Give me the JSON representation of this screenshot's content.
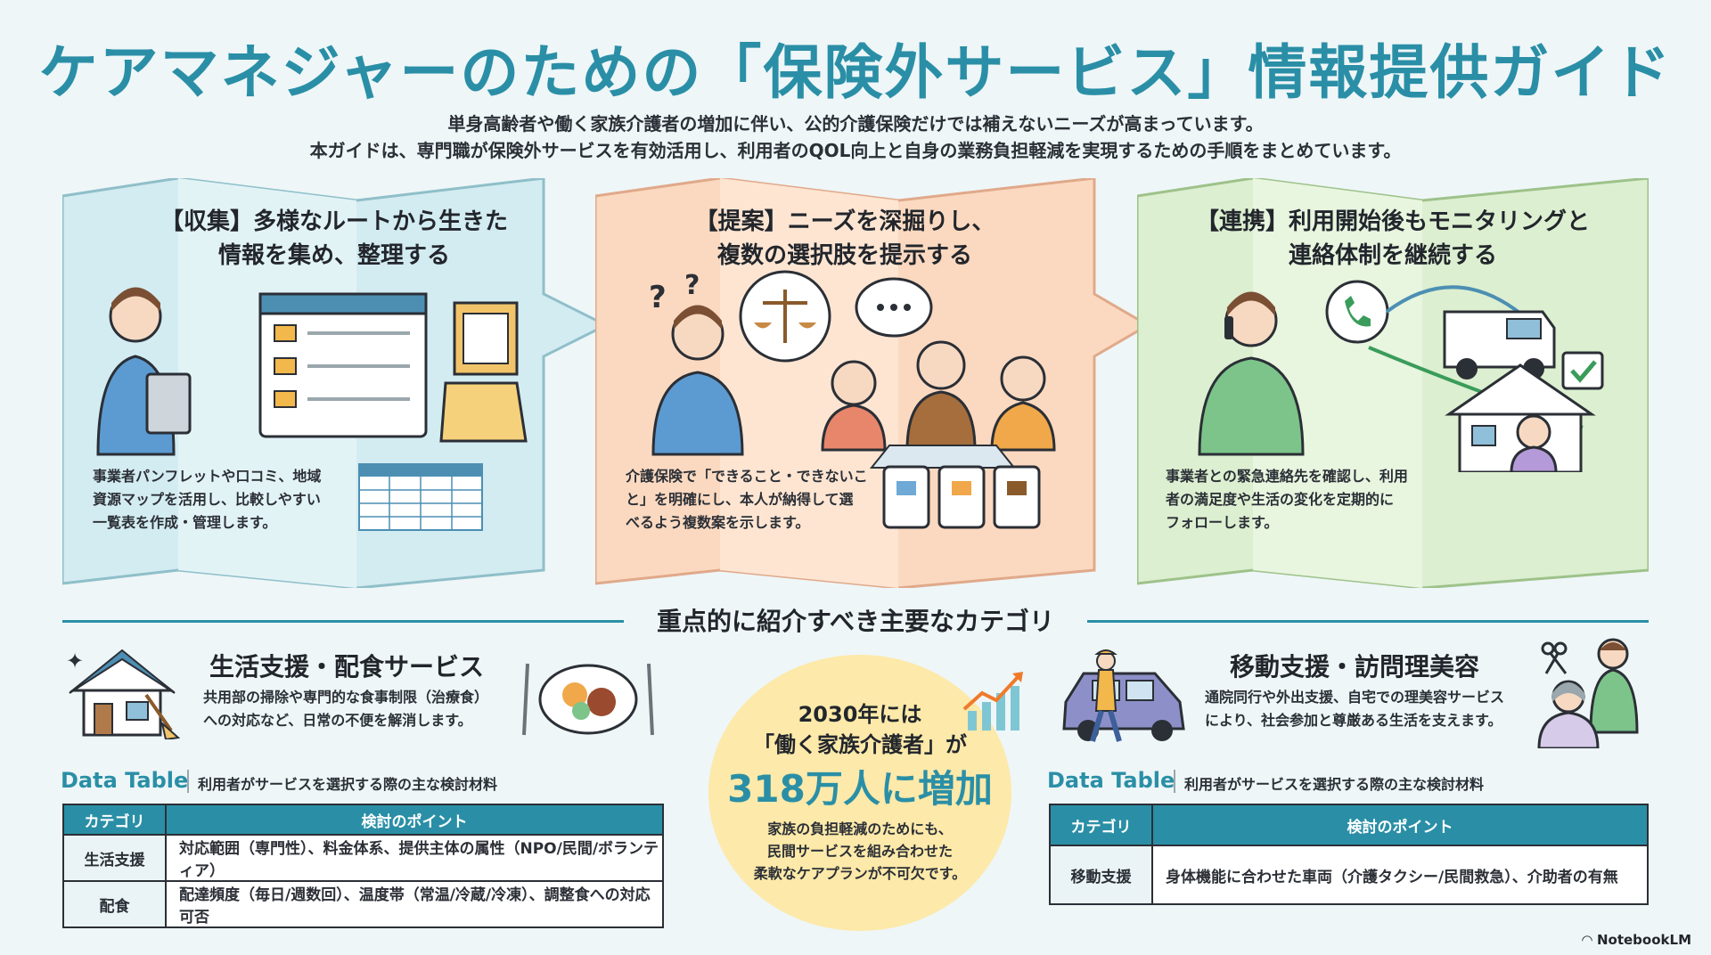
{
  "title": "ケアマネジャーのための「保険外サービス」情報提供ガイド",
  "subtitle": {
    "line1": "単身高齢者や働く家族介護者の増加に伴い、公的介護保険だけでは補えないニーズが高まっています。",
    "line2": "本ガイドは、専門職が保険外サービスを有効活用し、利用者のQOL向上と自身の業務負担軽減を実現するための手順をまとめています。"
  },
  "steps": [
    {
      "title_line1": "【収集】多様なルートから生きた",
      "title_line2": "情報を集め、整理する",
      "desc_line1": "事業者パンフレットや口コミ、地域",
      "desc_line2": "資源マップを活用し、比較しやすい",
      "desc_line3": "一覧表を作成・管理します。",
      "color": "#d3ecf1"
    },
    {
      "title_line1": "【提案】ニーズを深掘りし、",
      "title_line2": "複数の選択肢を提示する",
      "desc_line1": "介護保険で「できること・できないこ",
      "desc_line2": "と」を明確にし、本人が納得して選",
      "desc_line3": "べるよう複数案を示します。",
      "color": "#fbd9c0"
    },
    {
      "title_line1": "【連携】利用開始後もモニタリングと",
      "title_line2": "連絡体制を継続する",
      "desc_line1": "事業者との緊急連絡先を確認し、利用",
      "desc_line2": "者の満足度や生活の変化を定期的に",
      "desc_line3": "フォローします。",
      "color": "#dcefd0"
    }
  ],
  "section_title": "重点的に紹介すべき主要なカテゴリ",
  "categories": {
    "left": {
      "title": "生活支援・配食サービス",
      "desc_line1": "共用部の掃除や専門的な食事制限（治療食）",
      "desc_line2": "への対応など、日常の不便を解消します。"
    },
    "right": {
      "title": "移動支援・訪問理美容",
      "desc_line1": "通院同行や外出支援、自宅での理美容サービス",
      "desc_line2": "により、社会参加と尊厳ある生活を支えます。"
    }
  },
  "center": {
    "line1": "2030年には",
    "line2": "「働く家族介護者」が",
    "big": "318万人に増加",
    "note_line1": "家族の負担軽減のためにも、",
    "note_line2": "民間サービスを組み合わせた",
    "note_line3": "柔軟なケアプランが不可欠です。"
  },
  "tables": {
    "left": {
      "label": "Data Table",
      "caption": "利用者がサービスを選択する際の主な検討材料",
      "headers": [
        "カテゴリ",
        "検討のポイント"
      ],
      "rows": [
        [
          "生活支援",
          "対応範囲（専門性）、料金体系、提供主体の属性（NPO/民間/ボランティア）"
        ],
        [
          "配食",
          "配達頻度（毎日/週数回）、温度帯（常温/冷蔵/冷凍）、調整食への対応可否"
        ]
      ]
    },
    "right": {
      "label": "Data Table",
      "caption": "利用者がサービスを選択する際の主な検討材料",
      "headers": [
        "カテゴリ",
        "検討のポイント"
      ],
      "rows": [
        [
          "移動支援",
          "身体機能に合わせた車両（介護タクシー/民間救急）、介助者の有無"
        ]
      ]
    }
  },
  "footer": "NotebookLM",
  "colors": {
    "accent": "#2a8fa6",
    "highlight": "#fde9a9"
  }
}
